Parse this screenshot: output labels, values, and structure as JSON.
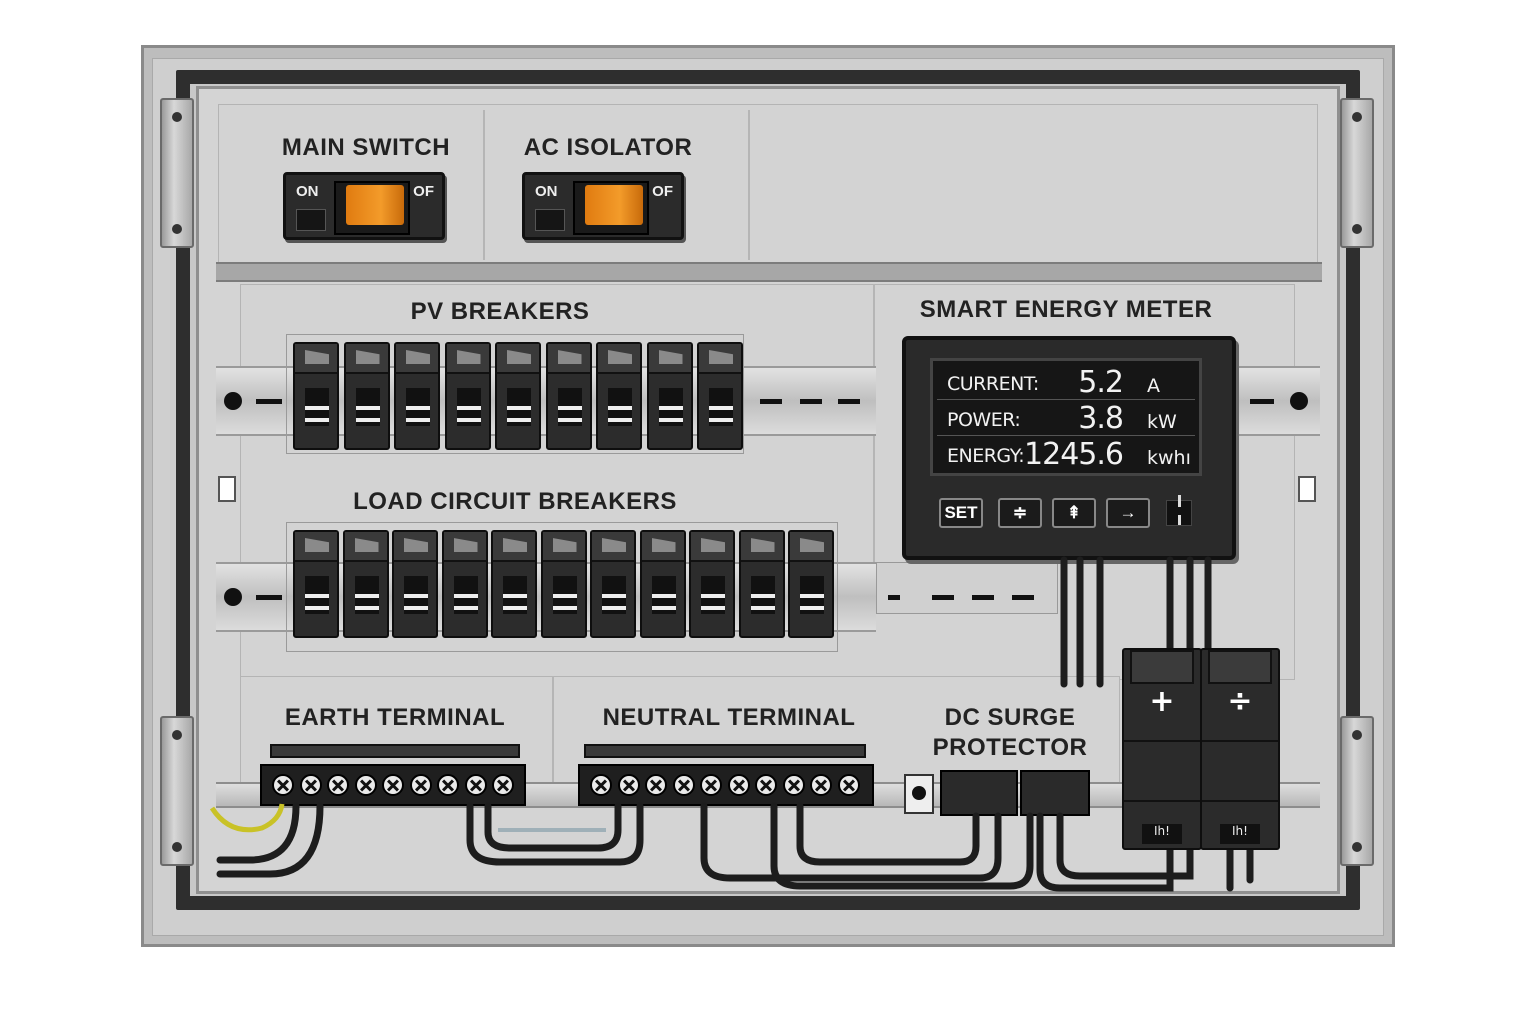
{
  "panel": {
    "main_switch": {
      "label": "MAIN SWITCH",
      "on_label": "ON",
      "off_label": "OF"
    },
    "ac_isolator": {
      "label": "AC ISOLATOR",
      "on_label": "ON",
      "off_label": "OF"
    },
    "pv_breakers": {
      "label": "PV BREAKERS",
      "count": 9
    },
    "load_breakers": {
      "label": "LOAD CIRCUIT BREAKERS",
      "count": 11
    },
    "earth_terminal": {
      "label": "EARTH TERMINAL",
      "screws": 9
    },
    "neutral_terminal": {
      "label": "NEUTRAL TERMINAL",
      "screws": 10
    },
    "dc_surge_protector": {
      "label_line1": "DC SURGE",
      "label_line2": "PROTECTOR",
      "poles": [
        "+",
        "÷"
      ],
      "base_marks": [
        "Ih!",
        "Ih!"
      ]
    }
  },
  "meter": {
    "title": "SMART ENERGY METER",
    "rows": [
      {
        "key": "CURRENT:",
        "value": "5.2",
        "unit": "A"
      },
      {
        "key": "POWER:",
        "value": "3.8",
        "unit": "kW"
      },
      {
        "key": "ENERGY:",
        "value": "1245.6",
        "unit": "kwhı"
      }
    ],
    "buttons": [
      "SET",
      "≑",
      "⇞",
      "→"
    ]
  },
  "colors": {
    "toggle_accent": "#f39b2a",
    "enclosure": "#bdbdbd",
    "frame": "#2e2e2e",
    "earth_wire": "#c9c227"
  }
}
